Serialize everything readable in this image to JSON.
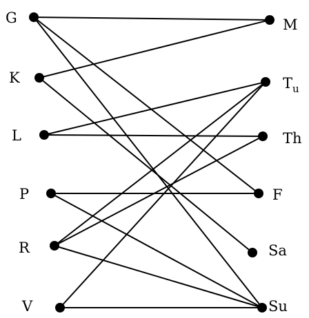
{
  "graph": {
    "style": {
      "edge_color": "#000000",
      "node_color": "#000000"
    },
    "left_nodes": [
      {
        "id": "G",
        "label": "G"
      },
      {
        "id": "K",
        "label": "K"
      },
      {
        "id": "L",
        "label": "L"
      },
      {
        "id": "P",
        "label": "P"
      },
      {
        "id": "R",
        "label": "R"
      },
      {
        "id": "V",
        "label": "V"
      }
    ],
    "right_nodes": [
      {
        "id": "M",
        "label": "M"
      },
      {
        "id": "Tu",
        "label": "T",
        "label_sub": "u"
      },
      {
        "id": "Th",
        "label": "Th"
      },
      {
        "id": "F",
        "label": "F"
      },
      {
        "id": "Sa",
        "label": "Sa"
      },
      {
        "id": "Su",
        "label": "Su"
      }
    ],
    "edges": [
      [
        "G",
        "M"
      ],
      [
        "G",
        "F"
      ],
      [
        "G",
        "Su"
      ],
      [
        "K",
        "M"
      ],
      [
        "K",
        "Sa"
      ],
      [
        "L",
        "Tu"
      ],
      [
        "L",
        "Th"
      ],
      [
        "P",
        "F"
      ],
      [
        "P",
        "Su"
      ],
      [
        "R",
        "Tu"
      ],
      [
        "R",
        "Th"
      ],
      [
        "R",
        "Su"
      ],
      [
        "V",
        "Tu"
      ],
      [
        "V",
        "Su"
      ]
    ]
  }
}
